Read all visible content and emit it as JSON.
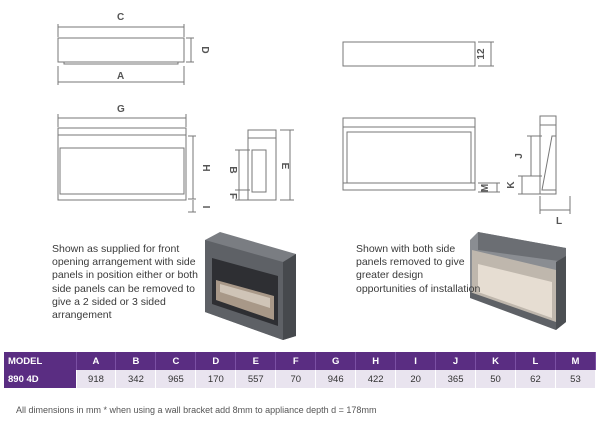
{
  "dimension_letters": {
    "a": "A",
    "c": "C",
    "d": "D",
    "g": "G",
    "h": "H",
    "b": "B",
    "e": "E",
    "f": "F",
    "i": "I",
    "twelve": "12",
    "j": "J",
    "m": "M",
    "k": "K",
    "l": "L"
  },
  "captions": {
    "left": "Shown as supplied for front opening arrangement with side panels in position either or both side panels can be removed to give a 2 sided or 3 sided arrangement",
    "right": "Shown with both side panels removed to give greater design opportunities of installation"
  },
  "table": {
    "headers": [
      "MODEL",
      "A",
      "B",
      "C",
      "D",
      "E",
      "F",
      "G",
      "H",
      "I",
      "J",
      "K",
      "L",
      "M"
    ],
    "rows": [
      [
        "890 4D",
        "918",
        "342",
        "965",
        "170",
        "557",
        "70",
        "946",
        "422",
        "20",
        "365",
        "50",
        "62",
        "53"
      ]
    ]
  },
  "footnote": "All dimensions in mm * when using a wall bracket add 8mm to appliance depth d = 178mm",
  "colors": {
    "header_purple": "#5a2d82",
    "row_tint": "#e9e4ef",
    "line_gray": "#777777"
  }
}
